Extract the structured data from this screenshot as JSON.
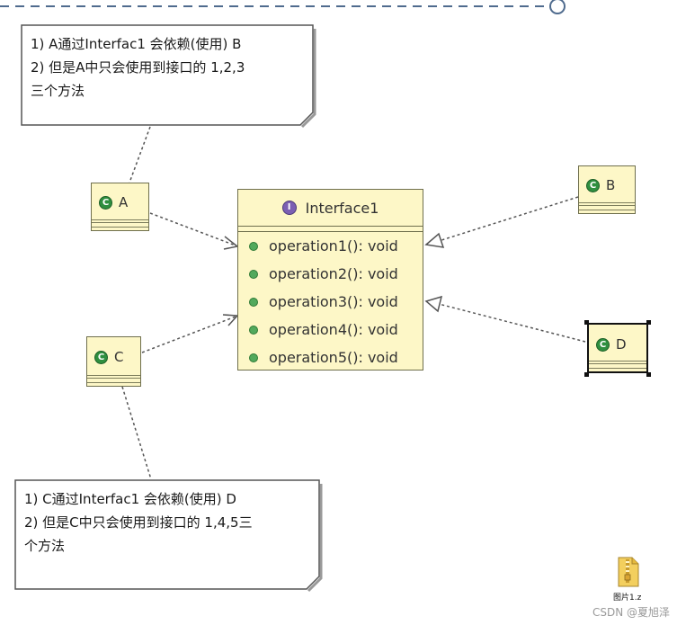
{
  "note_a": {
    "lines": [
      "1) A通过Interfac1 会依赖(使用) B",
      "2) 但是A中只会使用到接口的 1,2,3",
      "三个方法"
    ]
  },
  "note_c": {
    "lines": [
      "1) C通过Interfac1 会依赖(使用) D",
      "2) 但是C中只会使用到接口的 1,4,5三",
      "个方法"
    ]
  },
  "classes": {
    "a": "A",
    "b": "B",
    "c": "C",
    "d": "D"
  },
  "interface": {
    "name": "Interface1",
    "methods": [
      "operation1(): void",
      "operation2(): void",
      "operation3(): void",
      "operation4(): void",
      "operation5(): void"
    ]
  },
  "file": {
    "label": "图片1.z"
  },
  "watermark": "CSDN @夏旭泽",
  "colors": {
    "class_fill": "#fdf7c7",
    "class_icon": "#2f8f3f",
    "interface_icon": "#7b5fb3",
    "method_dot": "#52a95c",
    "top_dashed_line": "#4f6b8e"
  }
}
